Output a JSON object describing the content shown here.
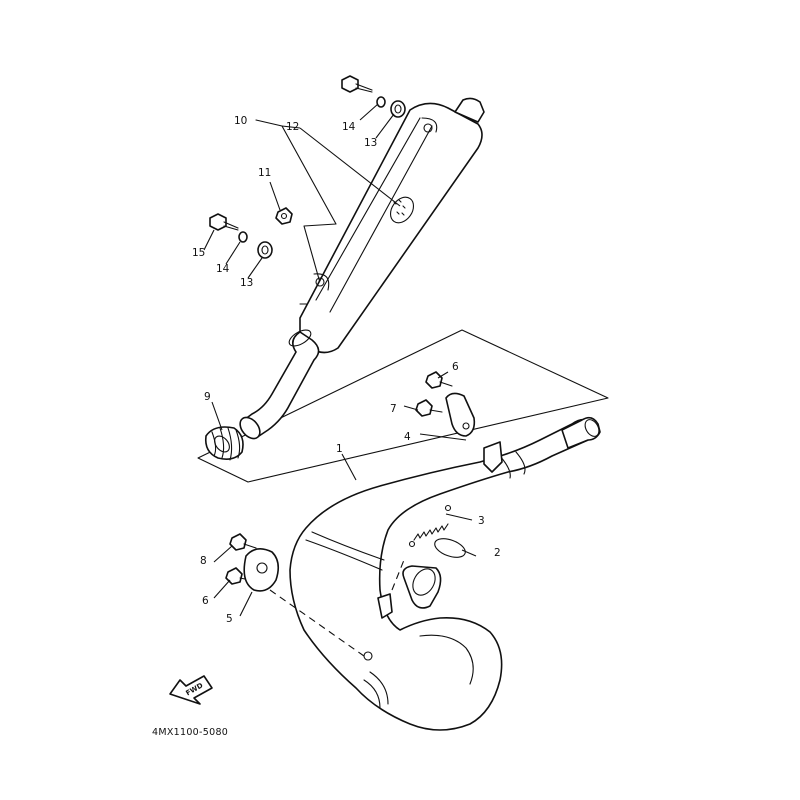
{
  "diagram_code": "4MX1100-5080",
  "fwd_label": "FWD",
  "callouts": {
    "n1": "1",
    "n2": "2",
    "n3": "3",
    "n4": "4",
    "n5": "5",
    "n6a": "6",
    "n6b": "6",
    "n7": "7",
    "n8": "8",
    "n9": "9",
    "n10": "10",
    "n11": "11",
    "n12": "12",
    "n13a": "13",
    "n13b": "13",
    "n14a": "14",
    "n14b": "14",
    "n15": "15"
  }
}
